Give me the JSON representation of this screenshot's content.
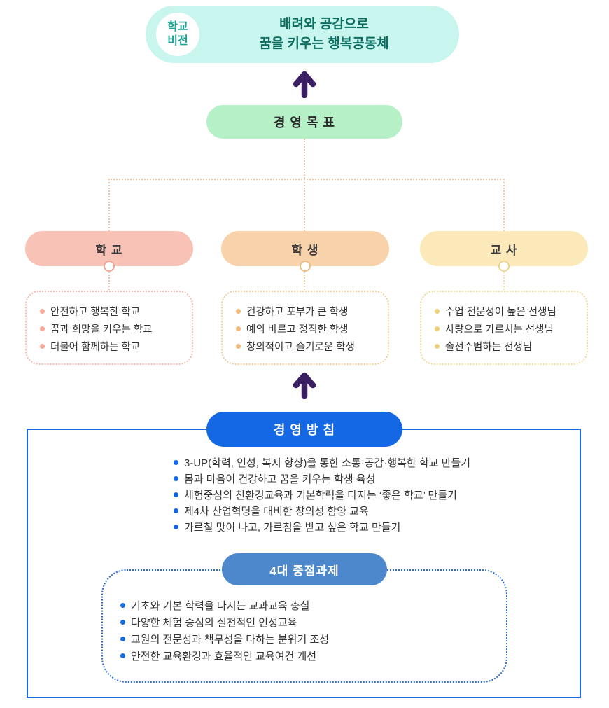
{
  "vision": {
    "badge_line1": "학교",
    "badge_line2": "비전",
    "title_line1": "배려와 공감으로",
    "title_line2": "꿈을 키우는 행복공동체"
  },
  "goal_label": "경 영 목 표",
  "categories": [
    {
      "label": "학 교",
      "items": [
        "안전하고 행복한 학교",
        "꿈과 희망을 키우는 학교",
        "더불어 함께하는 학교"
      ]
    },
    {
      "label": "학 생",
      "items": [
        "건강하고 포부가 큰 학생",
        "예의 바르고 정직한 학생",
        "창의적이고 슬기로운 학생"
      ]
    },
    {
      "label": "교 사",
      "items": [
        "수업 전문성이 높은 선생님",
        "사랑으로 가르치는 선생님",
        "솔선수범하는 선생님"
      ]
    }
  ],
  "policy": {
    "label": "경 영 방 침",
    "items": [
      "3-UP(학력, 인성, 복지 향상)을 통한 소통·공감·행복한 학교 만들기",
      "몸과 마음이 건강하고 꿈을 키우는 학생 육성",
      "체험중심의 친환경교육과 기본학력을 다지는 ‘좋은 학교’ 만들기",
      "제4차 산업혁명을 대비한 창의성 함양 교육",
      "가르칠 맛이 나고, 가르침을 받고 싶은 학교 만들기"
    ]
  },
  "tasks": {
    "label": "4대 중점과제",
    "items": [
      "기초와 기본 학력을 다지는 교과교육 충실",
      "다양한 체험 중심의 실천적인 인성교육",
      "교원의 전문성과 책무성을 다하는 분위기 조성",
      "안전한 교육환경과 효율적인 교육여건 개선"
    ]
  },
  "colors": {
    "vision_bg": "#c8f5ee",
    "vision_text": "#0d6e60",
    "badge_text": "#18a494",
    "arrow_purple": "#3a1f63",
    "goal_bg": "#b5f0c7",
    "school_bg": "#f9c2b6",
    "student_bg": "#f8d2aa",
    "teacher_bg": "#fbe9ba",
    "policy_blue": "#1468e3",
    "tasks_blue": "#4e88cc",
    "connector": "#f0c6a6",
    "text_dark": "#333333"
  }
}
